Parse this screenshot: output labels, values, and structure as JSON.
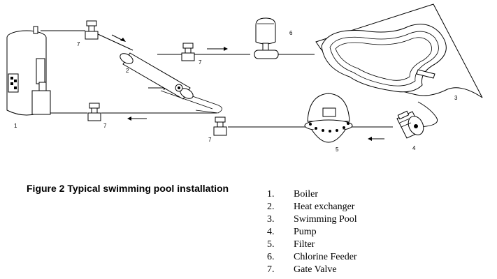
{
  "caption": "Figure 2 Typical swimming pool installation",
  "callouts": {
    "boiler": "1",
    "heat_exchanger": "2",
    "pool": "3",
    "pump": "4",
    "filter": "5",
    "chlorine_feeder": "6",
    "valve_top": "7",
    "valve_mid": "7",
    "valve_bottom_left": "7",
    "valve_bottom_right": "7"
  },
  "legend": [
    {
      "num": "1.",
      "label": "Boiler"
    },
    {
      "num": "2.",
      "label": "Heat exchanger"
    },
    {
      "num": "3.",
      "label": "Swimming Pool"
    },
    {
      "num": "4.",
      "label": "Pump"
    },
    {
      "num": "5.",
      "label": "Filter"
    },
    {
      "num": "6.",
      "label": "Chlorine Feeder"
    },
    {
      "num": "7.",
      "label": "Gate Valve"
    }
  ]
}
